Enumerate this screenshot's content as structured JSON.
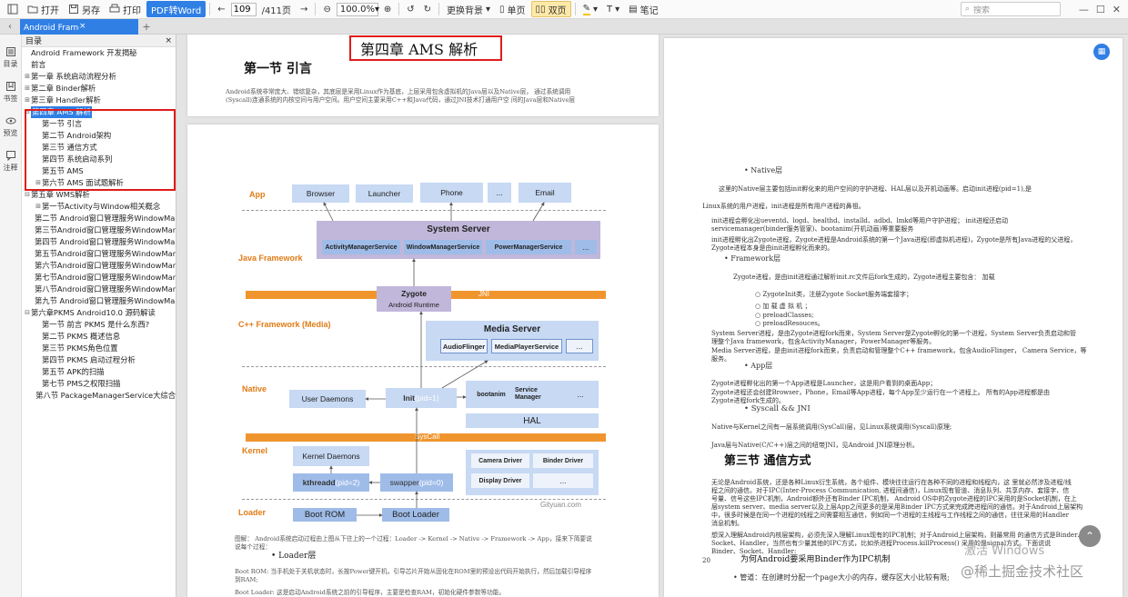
{
  "toolbar": {
    "open": "打开",
    "saveas": "另存",
    "print": "打印",
    "pdf2word": "PDF转Word",
    "page_current": "109",
    "page_total": "/411页",
    "zoom": "100.0%",
    "bg": "更换背景",
    "single": "单页",
    "double": "双页",
    "notes": "笔记",
    "search_placeholder": "搜索"
  },
  "tab": {
    "title": "Android Framework 开发揭秘"
  },
  "rail": {
    "outline": "目录",
    "bookmark": "书签",
    "preview": "预览",
    "annot": "注释"
  },
  "outline": {
    "header": "目录",
    "items": [
      {
        "label": "Android Framework 开发揭秘",
        "level": 0,
        "exp": ""
      },
      {
        "label": "前言",
        "level": 0,
        "exp": ""
      },
      {
        "label": "第一章 系统启动流程分析",
        "level": 0,
        "exp": "+"
      },
      {
        "label": "第二章 Binder解析",
        "level": 0,
        "exp": "+"
      },
      {
        "label": "第三章 Handler解析",
        "level": 0,
        "exp": "+"
      },
      {
        "label": "第四章 AMS 解析",
        "level": 0,
        "exp": "-",
        "sel": true
      },
      {
        "label": "第一节 引言",
        "level": 1,
        "exp": ""
      },
      {
        "label": "第二节 Android架构",
        "level": 1,
        "exp": ""
      },
      {
        "label": "第三节 通信方式",
        "level": 1,
        "exp": ""
      },
      {
        "label": "第四节 系统启动系列",
        "level": 1,
        "exp": ""
      },
      {
        "label": "第五节 AMS",
        "level": 1,
        "exp": ""
      },
      {
        "label": "第六节 AMS 面试题解析",
        "level": 1,
        "exp": "+"
      },
      {
        "label": "第五章 WMS解析",
        "level": 0,
        "exp": "-"
      },
      {
        "label": "第一节Activity与Window相关概念",
        "level": 1,
        "exp": "+"
      },
      {
        "label": "第二节 Android窗口管理服务WindowManagerService",
        "level": 1,
        "exp": ""
      },
      {
        "label": "第三节Android窗口管理服务WindowManagerService",
        "level": 1,
        "exp": ""
      },
      {
        "label": "第四节 Android窗口管理服务WindowManagerService",
        "level": 1,
        "exp": ""
      },
      {
        "label": "第五节Android窗口管理服务WindowManagerService",
        "level": 1,
        "exp": ""
      },
      {
        "label": "第六节Android窗口管理服务WindowManagerService",
        "level": 1,
        "exp": ""
      },
      {
        "label": "第七节Android窗口管理服务WindowManagerService",
        "level": 1,
        "exp": ""
      },
      {
        "label": "第八节Android窗口管理服务WindowManagerService",
        "level": 1,
        "exp": ""
      },
      {
        "label": "第九节 Android窗口管理服务WindowManagerService",
        "level": 1,
        "exp": ""
      },
      {
        "label": "第六章PKMS Android10.0 源码解读",
        "level": 0,
        "exp": "-"
      },
      {
        "label": "第一节 前言 PKMS 是什么东西?",
        "level": 1,
        "exp": ""
      },
      {
        "label": "第二节 PKMS 概述信息",
        "level": 1,
        "exp": ""
      },
      {
        "label": "第三节 PKMS角色位置",
        "level": 1,
        "exp": ""
      },
      {
        "label": "第四节 PKMS 启动过程分析",
        "level": 1,
        "exp": ""
      },
      {
        "label": "第五节 APK的扫描",
        "level": 1,
        "exp": ""
      },
      {
        "label": "第七节 PMS之权限扫描",
        "level": 1,
        "exp": ""
      },
      {
        "label": "第八节 PackageManagerService大综合",
        "level": 1,
        "exp": ""
      }
    ]
  },
  "page": {
    "chapter_title": "第四章  AMS  解析",
    "section1": "第一节  引言",
    "intro1": "Android系统非常庞大、错综复杂，其底层是采用Linux作为基底，上层采用包含虚拟机的Java层以及Native层，  通过系统调用",
    "intro2": "(Syscall)连通系统的内核空间与用户空间。用户空间主要采用C++和Java代码，通过JNI技术打通用户空    间的Java层和Native层",
    "caption1": "图解：  Android系统启动过程由上图从下往上的一个过程：Loader -> Kernel -> Native -> Framework -> App，接来下简要说",
    "caption2": "说每个过程：",
    "loader_bullet": "Loader层",
    "boot_rom": "Boot ROM: 当手机处于关机状态时，长按Power键开机，引导芯片开始从固化在ROM里的预设出代码开始执行，然后加载引导程序",
    "boot_rom2": "到RAM;",
    "boot_loader": "Boot Loader: 这是启动Android系统之前的引导程序，主要是检查RAM，初始化硬件参数等功能。"
  },
  "diagram": {
    "layers": {
      "app": "App",
      "java": "Java Framework",
      "cpp": "C++ Framework (Media)",
      "native": "Native",
      "kernel": "Kernel",
      "loader": "Loader"
    },
    "app_boxes": [
      "Browser",
      "Launcher",
      "Phone",
      "...",
      "Email"
    ],
    "system_server": "System Server",
    "ss_boxes": [
      "ActivityManagerService",
      "WindowManagerService",
      "PowerManagerService",
      "..."
    ],
    "zygote": "Zygote",
    "android_runtime": "Android Runtime",
    "jni": "JNI",
    "media_server": "Media Server",
    "ms_boxes": [
      "AudioFlinger",
      "MediaPlayerService",
      "..."
    ],
    "user_daemons": "User Daemons",
    "init": "Init",
    "init_pid": "(pid=1)",
    "native_boxes": [
      "bootanim",
      "Service Manager",
      "..."
    ],
    "hal": "HAL",
    "syscall": "SysCall",
    "kernel_daemons": "Kernel Daemons",
    "kthreadd": "kthreadd",
    "kthreadd_pid": "(pid=2)",
    "swapper": "swapper",
    "swapper_pid": "(pid=0)",
    "drivers": [
      "Camera Driver",
      "Binder Driver",
      "Display Driver",
      "..."
    ],
    "boot_rom": "Boot ROM",
    "boot_loader": "Boot Loader",
    "watermark": "Gityuan.com"
  },
  "right": {
    "native_bullet": "Native层",
    "p1": "这里的Native层主要包括init孵化来的用户空间的守护进程、HAL层以及开机动画等。启动init进程(pid=1),是",
    "p2": "Linux系统的用户进程，init进程是所有用户进程的鼻祖。",
    "p3": "init进程会孵化出ueventd、logd、healthd、installd、adbd、lmkd等用户守护进程；  init进程还启动",
    "p4": "servicemanager(binder服务管家)、bootanim(开机动画)等重要服务",
    "p5": "init进程孵化出Zygote进程，Zygote进程是Android系统的第一个Java进程(即虚拟机进程)，Zygote是所有Java进程的父进程，",
    "p6": "Zygote进程本身是由init进程孵化而来的。",
    "fw_bullet": "Framework层",
    "p7": "Zygote进程，是由init进程通过解析init.rc文件后fork生成的，Zygote进程主要包含：  加载",
    "p8": "ZygoteInit类，注册Zygote Socket服务端套接字；",
    "p9": "加 载 虚 拟 机 ；",
    "p10": "preloadClasses;",
    "p11": "preloadResouces。",
    "p12": "System Server进程，是由Zygote进程fork而来，System Server是Zygote孵化的第一个进程，System Server负责启动和管",
    "p13": "理整个Java framework，包含ActivityManager，PowerManager等服务。",
    "p14": "Media Server进程，是由init进程fork而来，负责启动和管理整个C++ framework，包含AudioFlinger，  Camera Service，等",
    "p15": "服务。",
    "app_bullet": "App层",
    "p16": "Zygote进程孵化出的第一个App进程是Launcher，这是用户看到的桌面App；",
    "p17": "Zygote进程还会创建Browser，Phone，Email等App进程，每个App至少运行在一个进程上。  所有的App进程都是由",
    "p18": "Zygote进程fork生成的。",
    "sys_bullet": "Syscall && JNI",
    "p19": "Native与Kernel之间有一层系统调用(SysCall)层，见Linux系统调用(Syscall)原理;",
    "p20": "Java层与Native(C/C++)层之间的纽带JNI，见Android JNI原理分析。",
    "section3": "第三节  通信方式",
    "p21": "无论是Android系统，还是各种Linux衍生系统，各个组件、模块往往运行在各种不同的进程和线程内，这   里就必然涉及进程/线",
    "p22": "程之间的通信。对于IPC(Inter-Process  Communication,   进程间通信)，Linux现有管道、消息队列、共享内存、套接字、信",
    "p23": "号量、信号这些IPC机制，Android额外还有Binder IPC机制， Android OS中的Zygote进程的IPC采用的是Socket机制，在上",
    "p24": "层system server、media server以及上层App之间更多的是采用Binder   IPC方式来完成跨进程间的通信。对于Android上层架构",
    "p25": "中，很多时候是在同一个进程的线程之间需要相互通信，例如同一个进程的主线程与工作线程之间的通信，往往采用的Handler",
    "p26": "消息机制。",
    "p27": "想深入理解Android内核层架构，必须先深入理解Linux现有的IPC机制；对于Android上层架构，则最常用   的通信方式是Binder、",
    "p28": "Socket、Handler，当然也有少量其他的IPC方式，比如杀进程Process.killProcess()  采用的是signal方式。下面说说",
    "p29": "Binder、Socket、Handler:",
    "page_num": "20",
    "binder_why": "为何Android要采用Binder作为IPC机制",
    "p30": "管道：在创建时分配一个page大小的内存，缓存区大小比较有限;",
    "overlay": "激活 Windows",
    "juejin": "@稀土掘金技术社区"
  }
}
